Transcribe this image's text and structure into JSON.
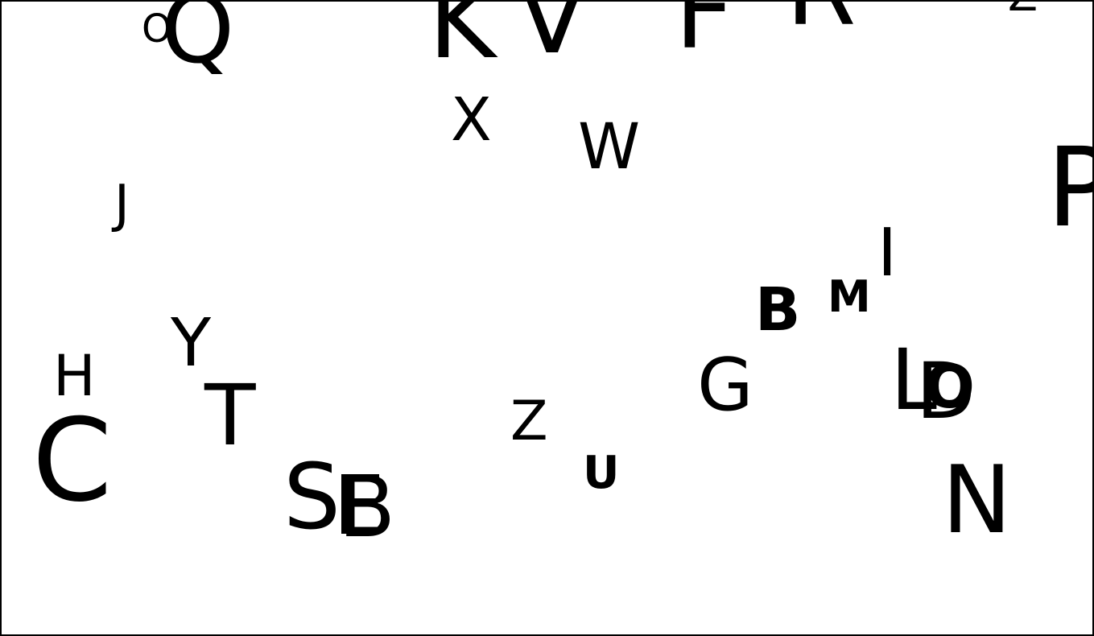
{
  "canvas": {
    "background": "#ffffff",
    "border_color": "#000000",
    "ink_color": "#000000"
  },
  "letters": [
    {
      "id": "Q-large",
      "char": "Q"
    },
    {
      "id": "O-small-top",
      "char": "O"
    },
    {
      "id": "K-top",
      "char": "K"
    },
    {
      "id": "V-top",
      "char": "V"
    },
    {
      "id": "F-top",
      "char": "F"
    },
    {
      "id": "R-top",
      "char": "R"
    },
    {
      "id": "Z-top-right",
      "char": "Z"
    },
    {
      "id": "X",
      "char": "X"
    },
    {
      "id": "W",
      "char": "W"
    },
    {
      "id": "J",
      "char": "J"
    },
    {
      "id": "P-right",
      "char": "P"
    },
    {
      "id": "I",
      "char": "I"
    },
    {
      "id": "M",
      "char": "M"
    },
    {
      "id": "B-right",
      "char": "B"
    },
    {
      "id": "Y",
      "char": "Y"
    },
    {
      "id": "H",
      "char": "H"
    },
    {
      "id": "T",
      "char": "T"
    },
    {
      "id": "G",
      "char": "G"
    },
    {
      "id": "L",
      "char": "L"
    },
    {
      "id": "D",
      "char": "D"
    },
    {
      "id": "O-right",
      "char": "O"
    },
    {
      "id": "C",
      "char": "C"
    },
    {
      "id": "Z-mid",
      "char": "Z"
    },
    {
      "id": "U",
      "char": "U"
    },
    {
      "id": "S",
      "char": "S"
    },
    {
      "id": "E",
      "char": "E"
    },
    {
      "id": "B-bottom",
      "char": "B"
    },
    {
      "id": "N",
      "char": "N"
    }
  ]
}
